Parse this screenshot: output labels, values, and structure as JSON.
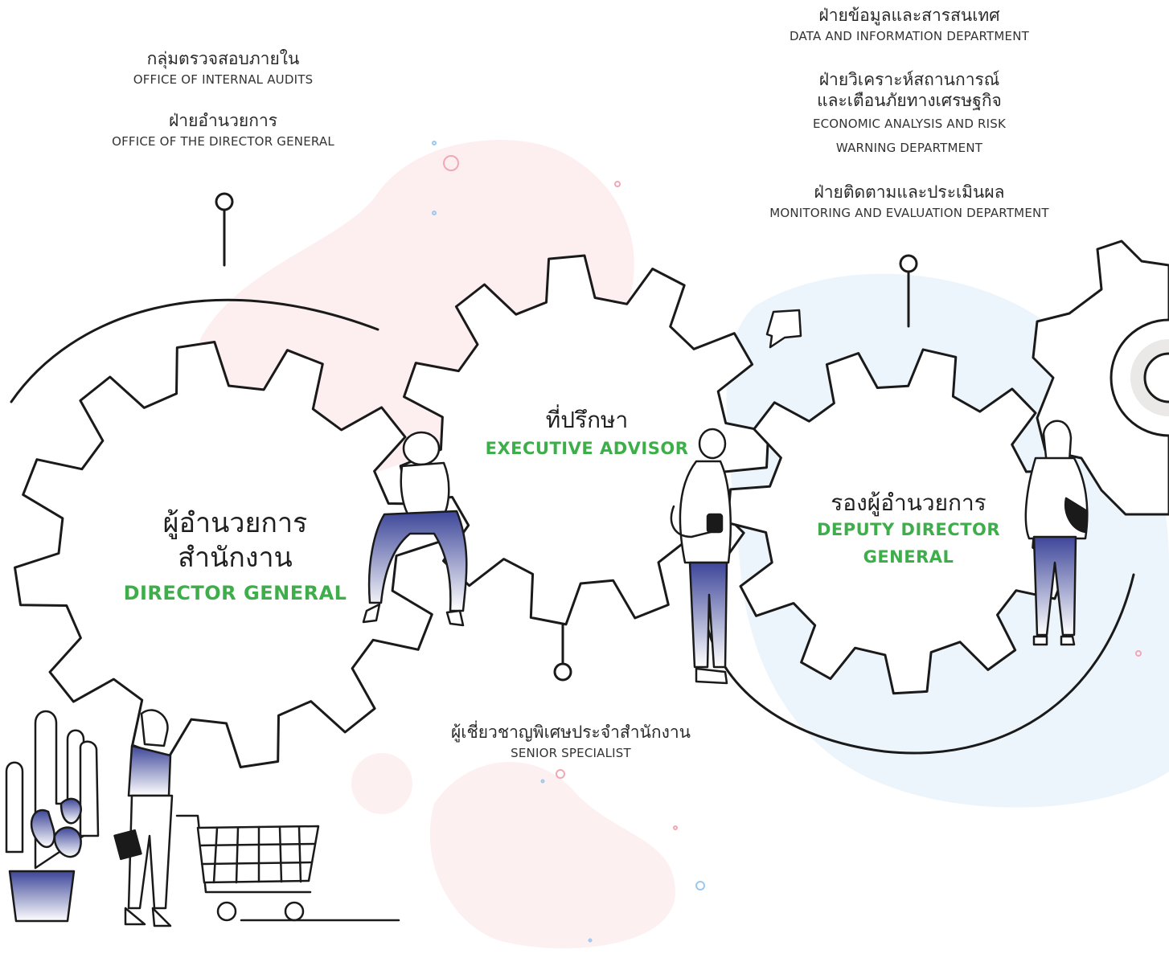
{
  "top_left": {
    "internal_audit": {
      "th": "กลุ่มตรวจสอบภายใน",
      "en": "OFFICE OF INTERNAL AUDITS"
    },
    "director_office": {
      "th": "ฝ่ายอำนวยการ",
      "en": "OFFICE OF THE DIRECTOR GENERAL"
    }
  },
  "top_right": {
    "data_dept": {
      "th": "ฝ่ายข้อมูลและสารสนเทศ",
      "en": "DATA AND INFORMATION DEPARTMENT"
    },
    "econ_dept": {
      "th1": "ฝ่ายวิเคราะห์สถานการณ์",
      "th2": "และเตือนภัยทางเศรษฐกิจ",
      "en1": "ECONOMIC ANALYSIS AND RISK",
      "en2": "WARNING DEPARTMENT"
    },
    "monitor_dept": {
      "th": "ฝ่ายติดตามและประเมินผล",
      "en": "MONITORING AND EVALUATION DEPARTMENT"
    }
  },
  "gears": {
    "director": {
      "th1": "ผู้อำนวยการ",
      "th2": "สำนักงาน",
      "en": "DIRECTOR GENERAL"
    },
    "advisor": {
      "th": "ที่ปรึกษา",
      "en": "EXECUTIVE ADVISOR"
    },
    "deputy": {
      "th": "รองผู้อำนวยการ",
      "en1": "DEPUTY DIRECTOR",
      "en2": "GENERAL"
    }
  },
  "specialist": {
    "th": "ผู้เชี่ยวชาญพิเศษประจำสำนักงาน",
    "en": "SENIOR SPECIALIST"
  },
  "colors": {
    "accent_green": "#3dae49",
    "ink": "#1a1a1a",
    "figure_navy": "#3d4699",
    "blob_pink": "#fdeeef",
    "blob_blue": "#eaf3fc"
  }
}
